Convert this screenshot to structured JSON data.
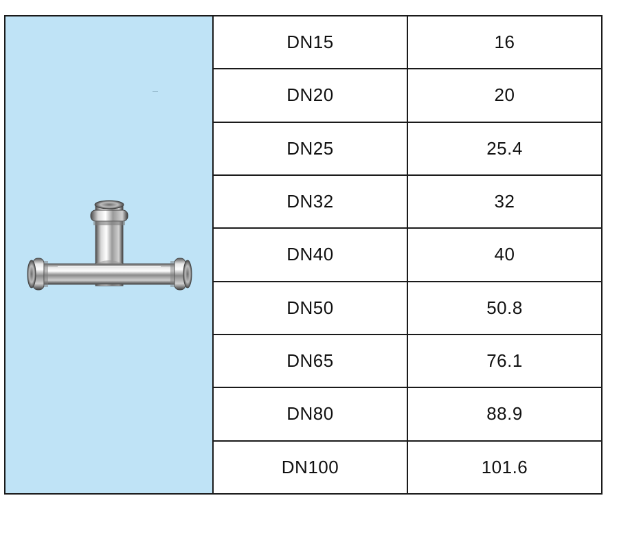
{
  "product": {
    "image_icon": "stainless-steel-press-tee-icon"
  },
  "colors": {
    "image_background": "#bfe3f6",
    "border": "#1a1a1a",
    "text": "#111111"
  },
  "rows": [
    {
      "dn": "DN15",
      "od": "16"
    },
    {
      "dn": "DN20",
      "od": "20"
    },
    {
      "dn": "DN25",
      "od": "25.4"
    },
    {
      "dn": "DN32",
      "od": "32"
    },
    {
      "dn": "DN40",
      "od": "40"
    },
    {
      "dn": "DN50",
      "od": "50.8"
    },
    {
      "dn": "DN65",
      "od": "76.1"
    },
    {
      "dn": "DN80",
      "od": "88.9"
    },
    {
      "dn": "DN100",
      "od": "101.6"
    }
  ]
}
